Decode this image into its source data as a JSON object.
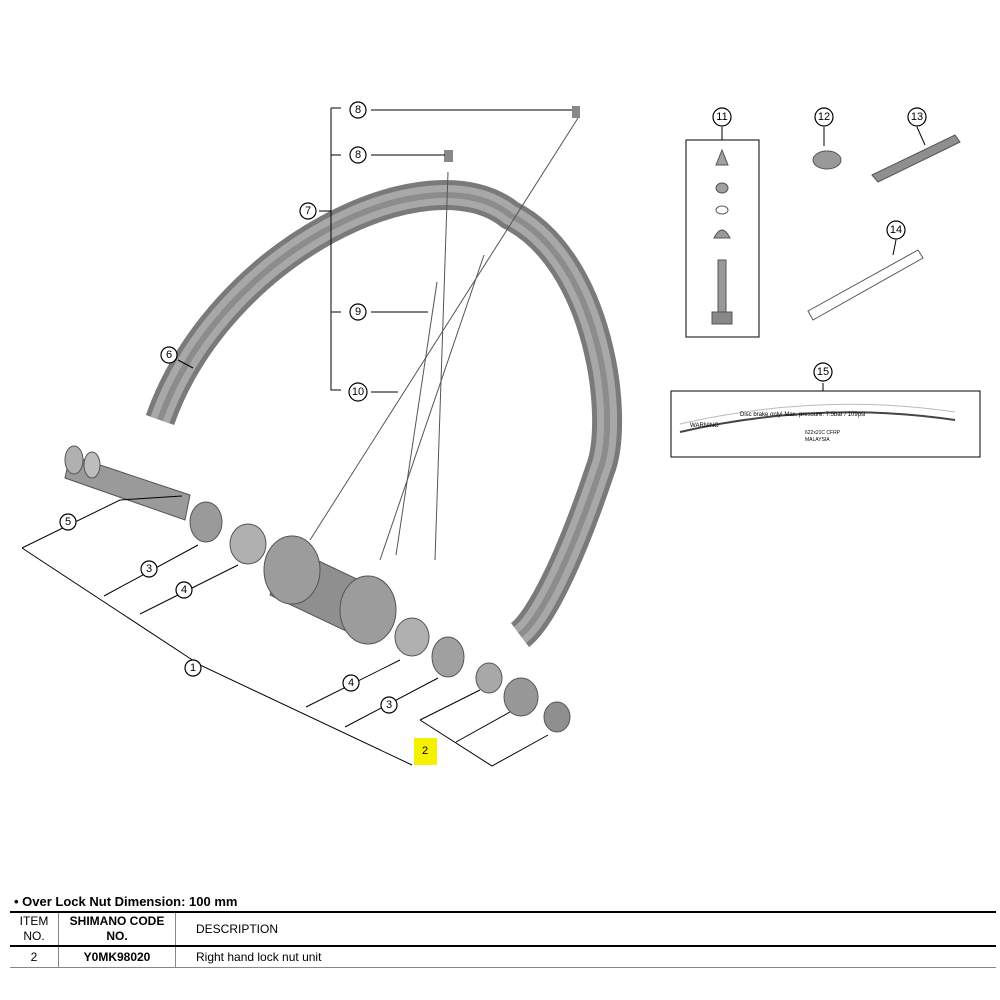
{
  "callouts": {
    "c1": "1",
    "c2": "2",
    "c3a": "3",
    "c3b": "3",
    "c4a": "4",
    "c4b": "4",
    "c5": "5",
    "c6": "6",
    "c7": "7",
    "c8a": "8",
    "c8b": "8",
    "c9": "9",
    "c10": "10",
    "c11": "11",
    "c12": "12",
    "c13": "13",
    "c14": "14",
    "c15": "15"
  },
  "highlight_color": "#f4f000",
  "decal": {
    "warning": "WARNING",
    "line1": "Disc brake only! Max. pressure: 7.5bar / 109psi",
    "size": "622x21C CFRP",
    "origin": "MALAYSIA"
  },
  "note": "• Over Lock Nut Dimension: 100 mm",
  "table": {
    "headers": {
      "item": "ITEM NO.",
      "code": "SHIMANO CODE NO.",
      "desc": "DESCRIPTION"
    },
    "rows": [
      {
        "item": "2",
        "code": "Y0MK98020",
        "desc": "Right hand lock nut unit"
      }
    ]
  }
}
